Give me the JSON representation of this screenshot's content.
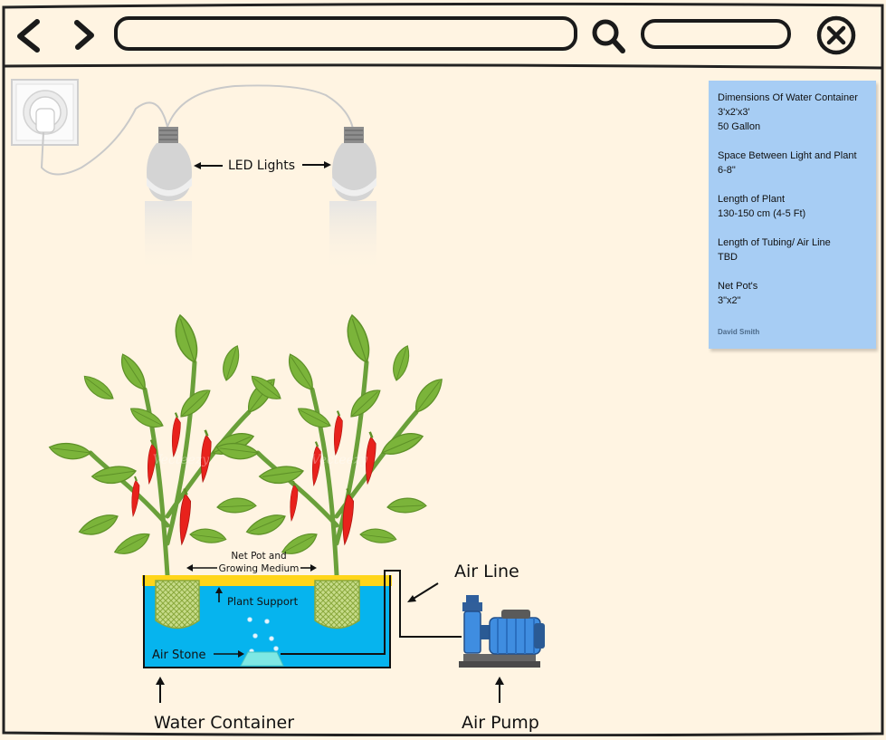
{
  "browser": {
    "back_icon": "chevron-left-icon",
    "forward_icon": "chevron-right-icon",
    "search_icon": "magnifier-icon",
    "close_icon": "close-circle-icon",
    "address_value": "",
    "search_value": ""
  },
  "diagram": {
    "led_label": "LED Lights",
    "net_pot_label_1": "Net Pot and",
    "net_pot_label_2": "Growing Medium",
    "plant_support_label": "Plant Support",
    "air_stone_label": "Air Stone",
    "air_line_label": "Air Line",
    "water_container_label": "Water Container",
    "air_pump_label": "Air Pump",
    "watermark": "Vecteezy",
    "colors": {
      "water": "#06b4ee",
      "growing_medium": "#ffd51a",
      "net_pot": "#a8c752",
      "leaf": "#7bb43a",
      "pepper": "#e8221c",
      "pump_blue": "#3f8de0"
    }
  },
  "note": {
    "groups": [
      [
        "Dimensions Of Water Container",
        "3'x2'x3'",
        "50 Gallon"
      ],
      [
        "Space Between Light and Plant",
        "6-8\""
      ],
      [
        "Length of Plant",
        "130-150 cm (4-5 Ft)"
      ],
      [
        "Length of Tubing/ Air Line",
        "TBD"
      ],
      [
        "Net Pot's",
        "3\"x2\""
      ]
    ],
    "author": "David Smith"
  }
}
